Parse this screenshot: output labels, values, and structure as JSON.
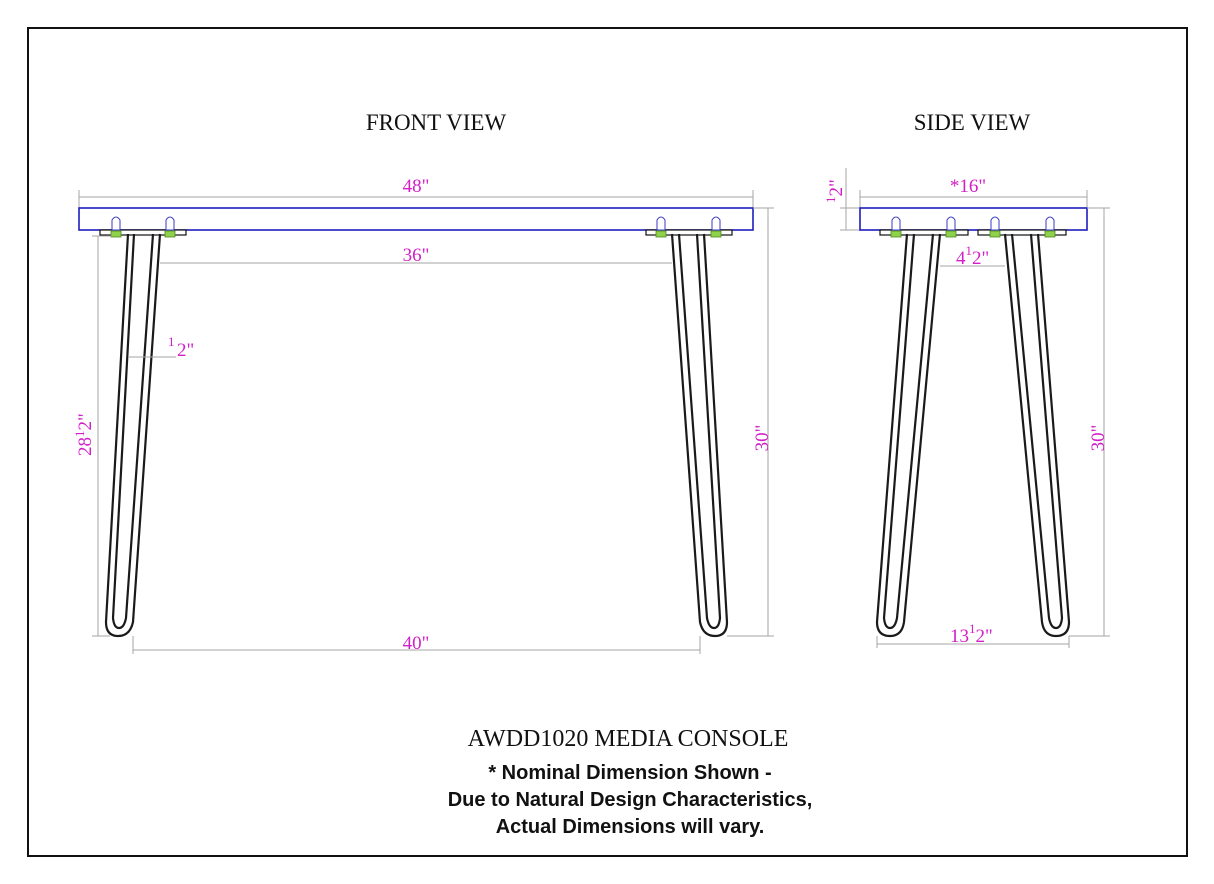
{
  "front_view": {
    "title": "FRONT VIEW",
    "dims": {
      "width": "48\"",
      "leg_spacing": "36\"",
      "rod": {
        "num": "1",
        "den": "2\""
      },
      "leg_height": {
        "whole": "28",
        "num": "1",
        "den": "2\""
      },
      "height": "30\"",
      "foot_spread": "40\""
    }
  },
  "side_view": {
    "title": "SIDE VIEW",
    "dims": {
      "thickness": {
        "num": "1",
        "den": "2\""
      },
      "depth": "*16\"",
      "leg_gap": {
        "whole": "4",
        "num": "1",
        "den": "2\""
      },
      "height": "30\"",
      "foot_spread": {
        "whole": "13",
        "num": "1",
        "den": "2\""
      }
    }
  },
  "footer": {
    "model": "AWDD1020  MEDIA CONSOLE",
    "note_lines": [
      "* Nominal Dimension Shown -",
      "Due to Natural Design Characteristics,",
      "Actual Dimensions will vary."
    ]
  },
  "colors": {
    "dimension_text": "#d21fc8",
    "tabletop_outline": "#1d1dbd",
    "dimension_lines": "#a6a6a6",
    "screw_base": "#8fd24a"
  }
}
